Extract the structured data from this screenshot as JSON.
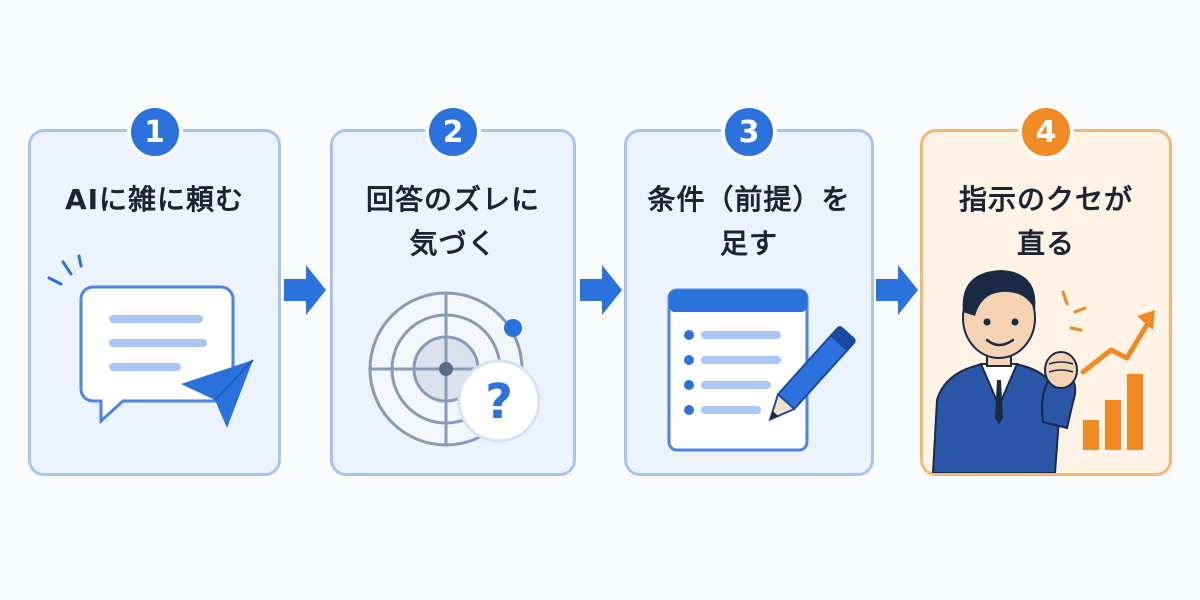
{
  "steps": [
    {
      "number": "1",
      "title_lines": [
        "AIに雑に頼む"
      ]
    },
    {
      "number": "2",
      "title_lines": [
        "回答のズレに",
        "気づく"
      ]
    },
    {
      "number": "3",
      "title_lines": [
        "条件（前提）を",
        "足す"
      ]
    },
    {
      "number": "4",
      "title_lines": [
        "指示のクセが",
        "直る"
      ]
    }
  ],
  "colors": {
    "primary_blue": "#2c72dc",
    "card_border_blue": "#a9c4ee",
    "card_bg_blue": "#edf3fc",
    "accent_orange": "#f28a24",
    "card_border_orange": "#f5b676",
    "card_bg_orange": "#fff3e6"
  },
  "icons": [
    "chat-bubble-icon",
    "send-arrow-icon",
    "radar-target-icon",
    "question-mark-icon",
    "checklist-icon",
    "pencil-icon",
    "businessman-illustration",
    "growth-bar-chart-icon"
  ]
}
